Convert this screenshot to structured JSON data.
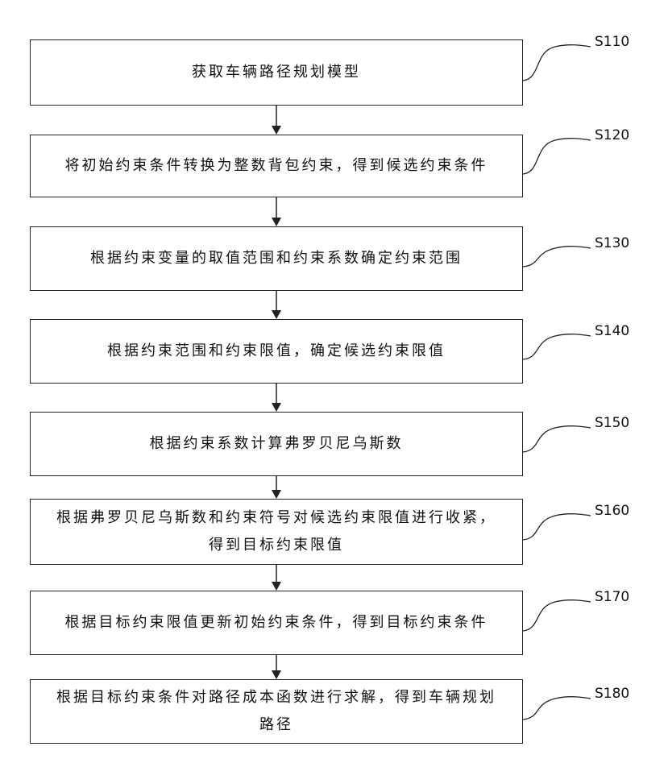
{
  "steps": [
    {
      "id": "S110",
      "text": "获取车辆路径规划模型"
    },
    {
      "id": "S120",
      "text": "将初始约束条件转换为整数背包约束，得到候选约束条件"
    },
    {
      "id": "S130",
      "text": "根据约束变量的取值范围和约束系数确定约束范围"
    },
    {
      "id": "S140",
      "text": "根据约束范围和约束限值，确定候选约束限值"
    },
    {
      "id": "S150",
      "text": "根据约束系数计算弗罗贝尼乌斯数"
    },
    {
      "id": "S160",
      "text": "根据弗罗贝尼乌斯数和约束符号对候选约束限值进行收紧，\n得到目标约束限值"
    },
    {
      "id": "S170",
      "text": "根据目标约束限值更新初始约束条件，得到目标约束条件"
    },
    {
      "id": "S180",
      "text": "根据目标约束条件对路径成本函数进行求解，得到车辆规划\n路径"
    }
  ]
}
